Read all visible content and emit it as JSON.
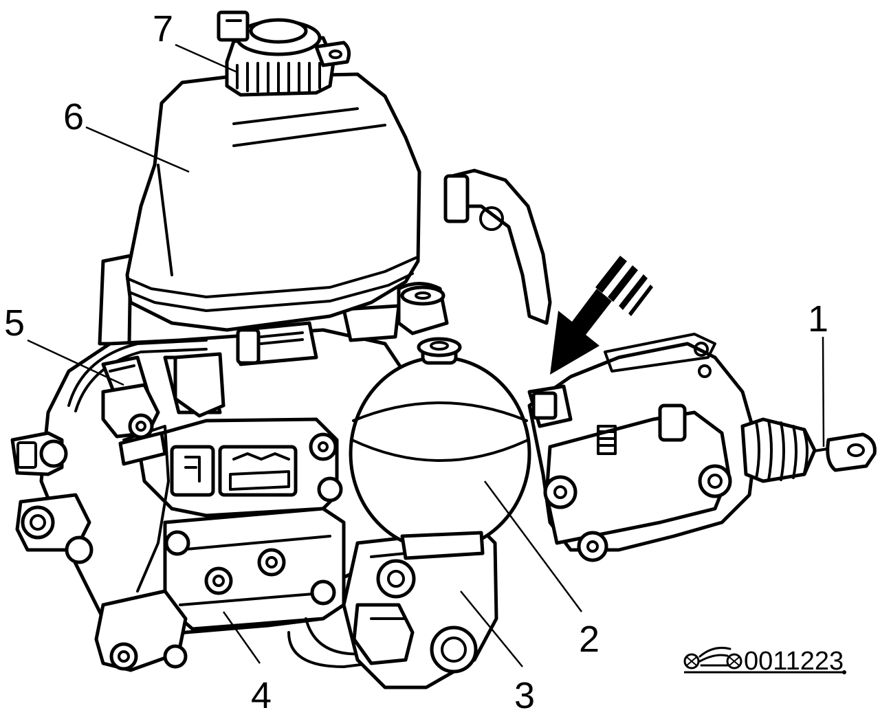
{
  "figure": {
    "callouts": [
      {
        "id": "1",
        "label": "1"
      },
      {
        "id": "2",
        "label": "2"
      },
      {
        "id": "3",
        "label": "3"
      },
      {
        "id": "4",
        "label": "4"
      },
      {
        "id": "5",
        "label": "5"
      },
      {
        "id": "6",
        "label": "6"
      },
      {
        "id": "7",
        "label": "7"
      }
    ],
    "reference_code": "0011223",
    "ink_color": "#000000",
    "paper_color": "#ffffff"
  }
}
